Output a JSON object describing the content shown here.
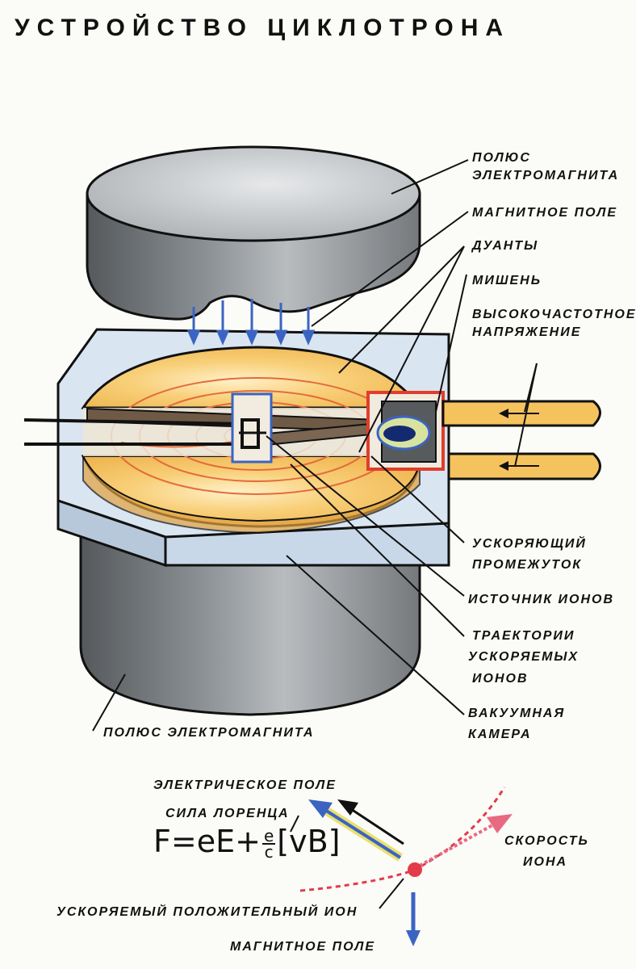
{
  "title": "УСТРОЙСТВО   ЦИКЛОТРОНА",
  "labels": {
    "pole_top_1": "ПОЛЮС",
    "pole_top_2": "ЭЛЕКТРОМАГНИТА",
    "magnetic_field": "МАГНИТНОЕ ПОЛЕ",
    "dees": "ДУАНТЫ",
    "target": "МИШЕНЬ",
    "hf_voltage_1": "ВЫСОКОЧАСТОТНОЕ",
    "hf_voltage_2": "НАПРЯЖЕНИЕ",
    "gap_1": "УСКОРЯЮЩИЙ",
    "gap_2": "ПРОМЕЖУТОК",
    "ion_source": "ИСТОЧНИК ИОНОВ",
    "trajectories_1": "ТРАЕКТОРИИ",
    "trajectories_2": "УСКОРЯЕМЫХ",
    "trajectories_3": "ИОНОВ",
    "vacuum_1": "ВАКУУМНАЯ",
    "vacuum_2": "КАМЕРА",
    "pole_bottom": "ПОЛЮС ЭЛЕКТРОМАГНИТА",
    "electric_field": "ЭЛЕКТРИЧЕСКОЕ ПОЛЕ",
    "lorentz_force": "СИЛА ЛОРЕНЦА",
    "ion_velocity_1": "СКОРОСТЬ",
    "ion_velocity_2": "ИОНА",
    "positive_ion": "УСКОРЯЕМЫЙ ПОЛОЖИТЕЛЬНЫЙ ИОН",
    "magnetic_field_bottom": "МАГНИТНОЕ ПОЛЕ"
  },
  "formula": {
    "lead": "F=eE+",
    "numerator": "e",
    "denominator": "c",
    "tail": "[vB]"
  },
  "colors": {
    "dee": "#f5c35e",
    "chamber": "#d7e3ef",
    "pole": "#8f9498",
    "field_arrow": "#3b64c2",
    "frame_red": "#e23d2c",
    "ion": "#e23b4a"
  }
}
